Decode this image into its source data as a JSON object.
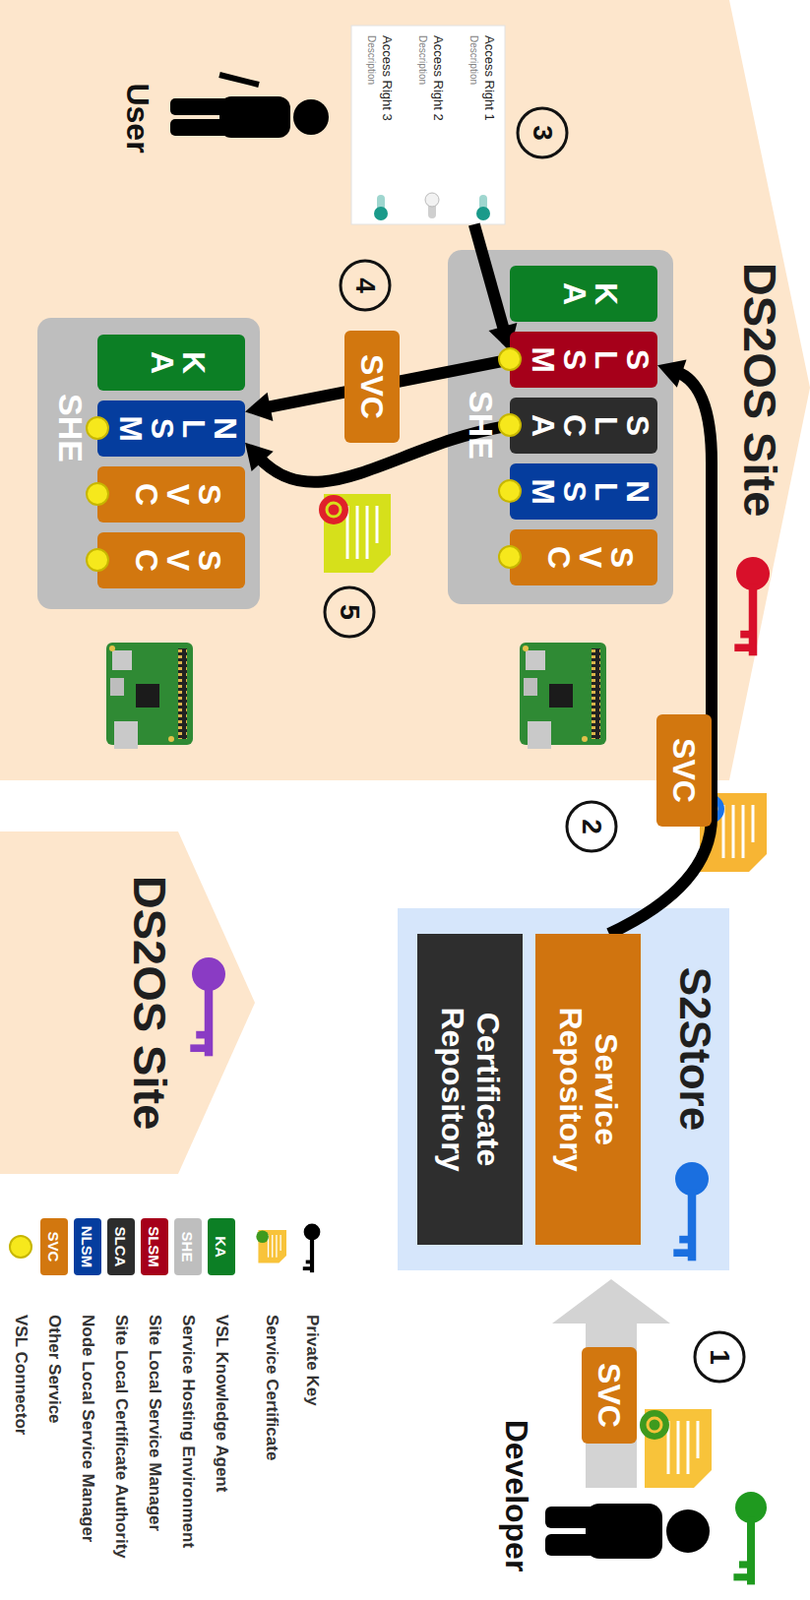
{
  "diagram": {
    "nodes": [
      {
        "text": [
          "DS2OS Site"
        ]
      },
      {
        "text": [
          "Access Right 1",
          "Description",
          "Access Right 2",
          "Description",
          "Access Right 3",
          "Description"
        ],
        "in": 0
      },
      {
        "text": [
          "SHE"
        ],
        "in": 0
      },
      {
        "text": [
          "KA"
        ],
        "in": 2
      },
      {
        "text": [
          "SLSM"
        ],
        "in": 2
      },
      {
        "text": [
          "SLCA"
        ],
        "in": 2
      },
      {
        "text": [
          "NLSM"
        ],
        "in": 2
      },
      {
        "text": [
          "SVC"
        ],
        "in": 2
      },
      {
        "text": [
          "SHE"
        ],
        "in": 0
      },
      {
        "text": [
          "KA"
        ],
        "in": 8
      },
      {
        "text": [
          "NLSM"
        ],
        "in": 8
      },
      {
        "text": [
          "SVC"
        ],
        "in": 8
      },
      {
        "text": [
          "SVC"
        ],
        "in": 8
      },
      {
        "text": [
          "S2Store"
        ]
      },
      {
        "text": [
          "Service Repository"
        ],
        "in": 13
      },
      {
        "text": [
          "Certificate Repository"
        ],
        "in": 13
      },
      {
        "text": [
          "DS2OS Site"
        ]
      }
    ],
    "edges": [
      {
        "from": 14,
        "to": 4,
        "arrow": "to",
        "label": "SVC"
      },
      {
        "from": 1,
        "to": 4,
        "arrow": "to"
      },
      {
        "from": 4,
        "to": 10,
        "arrow": "to",
        "label": "SVC"
      },
      {
        "from": 5,
        "to": 10,
        "arrow": "to"
      }
    ],
    "labels": [
      "3",
      "User",
      "4",
      "5",
      "2",
      "SVC",
      "1",
      "Developer",
      "KA",
      "SHE",
      "SLSM",
      "SLCA",
      "NLSM",
      "SVC"
    ],
    "legend": [
      {
        "text": "Private Key"
      },
      {
        "text": "Service Certificate"
      },
      {
        "text": "VSL Knowledge Agent",
        "color": "#0c7f25"
      },
      {
        "text": "Service Hosting Environment",
        "color": "#bebebe"
      },
      {
        "text": "Site Local Service Manager",
        "color": "#a6001a"
      },
      {
        "text": "Site Local Certificate Authority",
        "color": "#2c2c2c"
      },
      {
        "text": "Node Local Service Manager",
        "color": "#053d9e"
      },
      {
        "text": "Other Service",
        "color": "#d2770f"
      },
      {
        "text": "VSL Connector",
        "color": "#f6e81c"
      }
    ]
  }
}
